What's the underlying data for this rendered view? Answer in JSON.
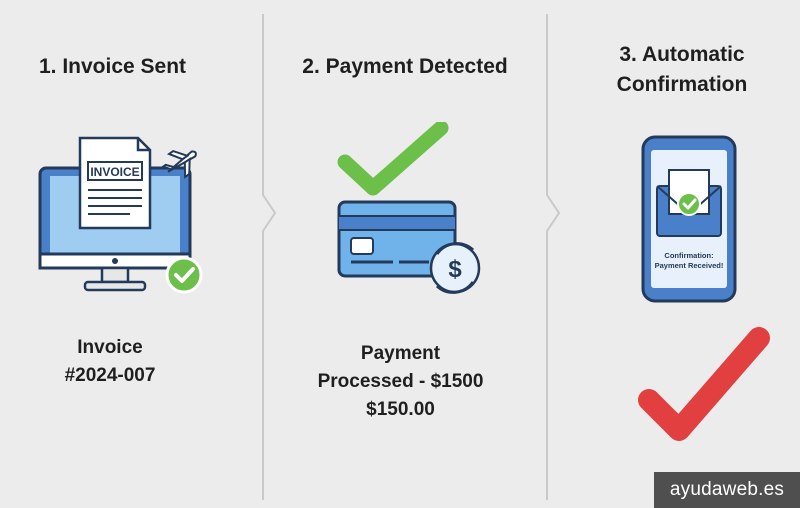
{
  "steps": [
    {
      "title": "1. Invoice Sent",
      "icon": "monitor-invoice-icon",
      "document_label": "INVOICE",
      "caption_lines": [
        "Invoice",
        "#2024-007"
      ]
    },
    {
      "title": "2. Payment Detected",
      "icon": "credit-card-dollar-icon",
      "caption_lines": [
        "Payment",
        "Processed - $1500",
        "$150.00"
      ]
    },
    {
      "title_lines": [
        "3. Automatic",
        "Confirmation"
      ],
      "icon": "phone-email-confirmation-icon",
      "phone_text_lines": [
        "Confirmation:",
        "Payment Received!"
      ]
    }
  ],
  "watermark": "ayudaweb.es",
  "colors": {
    "background": "#ececec",
    "primary_blue": "#4a7fc9",
    "light_blue": "#6fb3ea",
    "check_green": "#6cc04a",
    "check_red": "#e24040",
    "divider": "#c9c9c9"
  }
}
